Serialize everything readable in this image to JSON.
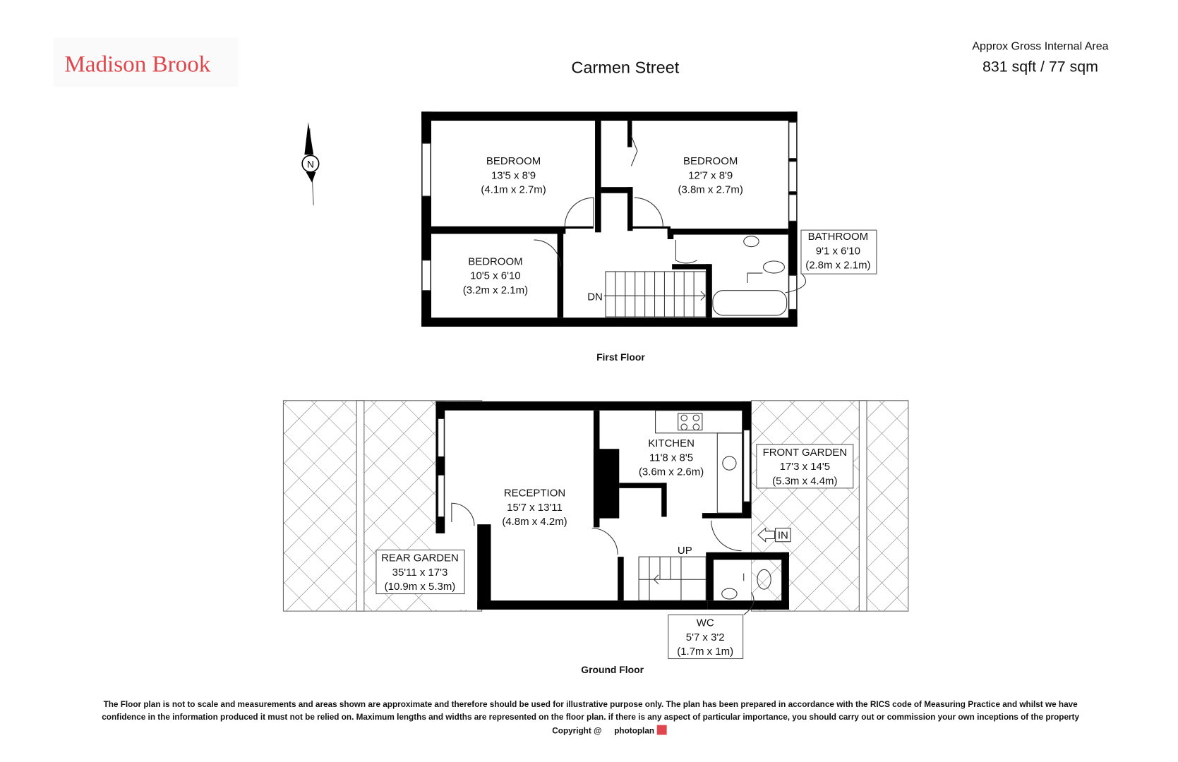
{
  "header": {
    "brand": "Madison Brook",
    "title": "Carmen Street",
    "area_label": "Approx Gross Internal Area",
    "area_value": "831 sqft / 77 sqm"
  },
  "compass": {
    "label": "N"
  },
  "first_floor": {
    "label": "First Floor",
    "stairs_label": "DN",
    "rooms": [
      {
        "name": "BEDROOM",
        "imperial": "13'5 x 8'9",
        "metric": "(4.1m x 2.7m)"
      },
      {
        "name": "BEDROOM",
        "imperial": "12'7 x 8'9",
        "metric": "(3.8m x 2.7m)"
      },
      {
        "name": "BEDROOM",
        "imperial": "10'5 x 6'10",
        "metric": "(3.2m x 2.1m)"
      },
      {
        "name": "BATHROOM",
        "imperial": "9'1 x 6'10",
        "metric": "(2.8m x 2.1m)"
      }
    ]
  },
  "ground_floor": {
    "label": "Ground Floor",
    "stairs_label": "UP",
    "entrance_label": "IN",
    "rooms": [
      {
        "name": "KITCHEN",
        "imperial": "11'8 x 8'5",
        "metric": "(3.6m x 2.6m)"
      },
      {
        "name": "RECEPTION",
        "imperial": "15'7 x 13'11",
        "metric": "(4.8m x 4.2m)"
      },
      {
        "name": "FRONT GARDEN",
        "imperial": "17'3 x 14'5",
        "metric": "(5.3m x 4.4m)"
      },
      {
        "name": "REAR GARDEN",
        "imperial": "35'11 x 17'3",
        "metric": "(10.9m x 5.3m)"
      },
      {
        "name": "WC",
        "imperial": "5'7 x 3'2",
        "metric": "(1.7m x 1m)"
      }
    ]
  },
  "footer": {
    "line1": "The Floor plan is not to scale and measurements and areas shown are approximate and therefore should be used for illustrative purpose only. The plan has been prepared in accordance with the RICS code of Measuring Practice and whilst we have",
    "line2": "confidence in the information produced it must not be relied on. Maximum  lengths and widths are represented on the floor plan. if there is any aspect of particular importance, you should carry out or commission your own inceptions of the property",
    "copyright": "Copyright @",
    "copyright_brand": "photoplan"
  },
  "colors": {
    "brand": "#e0474c",
    "walls": "#000000"
  }
}
